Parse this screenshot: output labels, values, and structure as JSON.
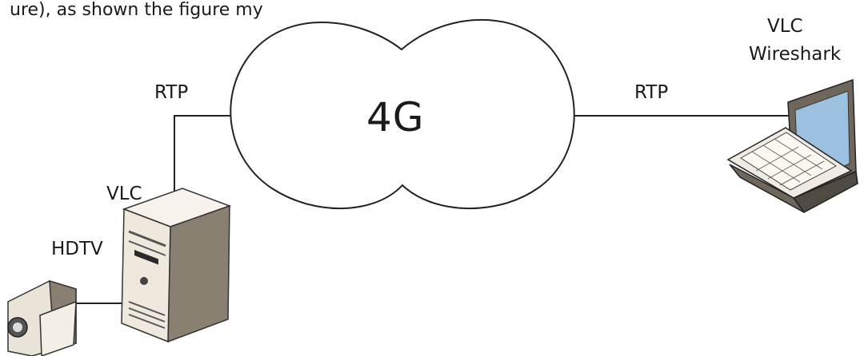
{
  "caption_fragment": "ure), as shown the figure my",
  "network": {
    "label": "4G"
  },
  "links": {
    "left_label": "RTP",
    "right_label": "RTP"
  },
  "server": {
    "label": "VLC"
  },
  "camera": {
    "label": "HDTV"
  },
  "laptop": {
    "label_line1": "VLC",
    "label_line2": "Wireshark"
  },
  "colors": {
    "stroke": "#222222",
    "cloud_fill": "#ffffff",
    "device_light": "#f3eee6",
    "device_dark": "#7d7466",
    "screen": "#8fb6d8"
  }
}
